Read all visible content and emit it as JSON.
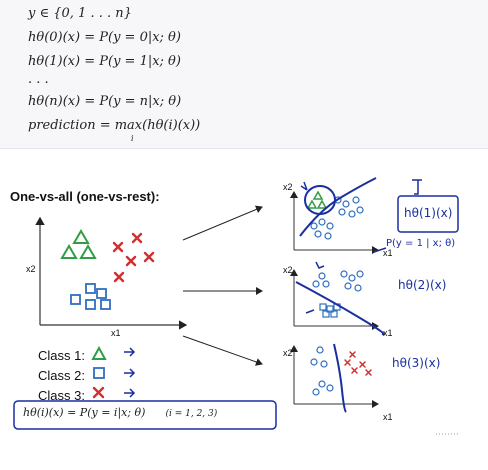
{
  "formulas": {
    "line1": "y ∈ {0, 1 . . . n}",
    "line2": "hθ(0)(x) = P(y = 0|x; θ)",
    "line3": "hθ(1)(x) = P(y = 1|x; θ)",
    "dots": ". . .",
    "line4": "hθ(n)(x) = P(y = n|x; θ)",
    "line5": "prediction = max(hθ(i)(x))",
    "line5_sub": "i"
  },
  "slide": {
    "title": "One-vs-all (one-vs-rest):",
    "axis_x": "x1",
    "axis_y": "x2",
    "class1": "Class 1:",
    "class2": "Class 2:",
    "class3": "Class 3:",
    "hypothesis": "hθ(i)(x) = P(y = i|x; θ)",
    "hypothesis_range": "(i = 1, 2, 3)"
  },
  "handwriting": {
    "note1": "hθ(1)(x)",
    "note1_prob": "P(y = 1 | x; θ)",
    "note2": "hθ(2)(x)",
    "note3": "hθ(3)(x)"
  },
  "colors": {
    "triangle": "#2f9e44",
    "square": "#2f6fbf",
    "cross": "#d32f2f",
    "ink": "#1a2fa0"
  }
}
